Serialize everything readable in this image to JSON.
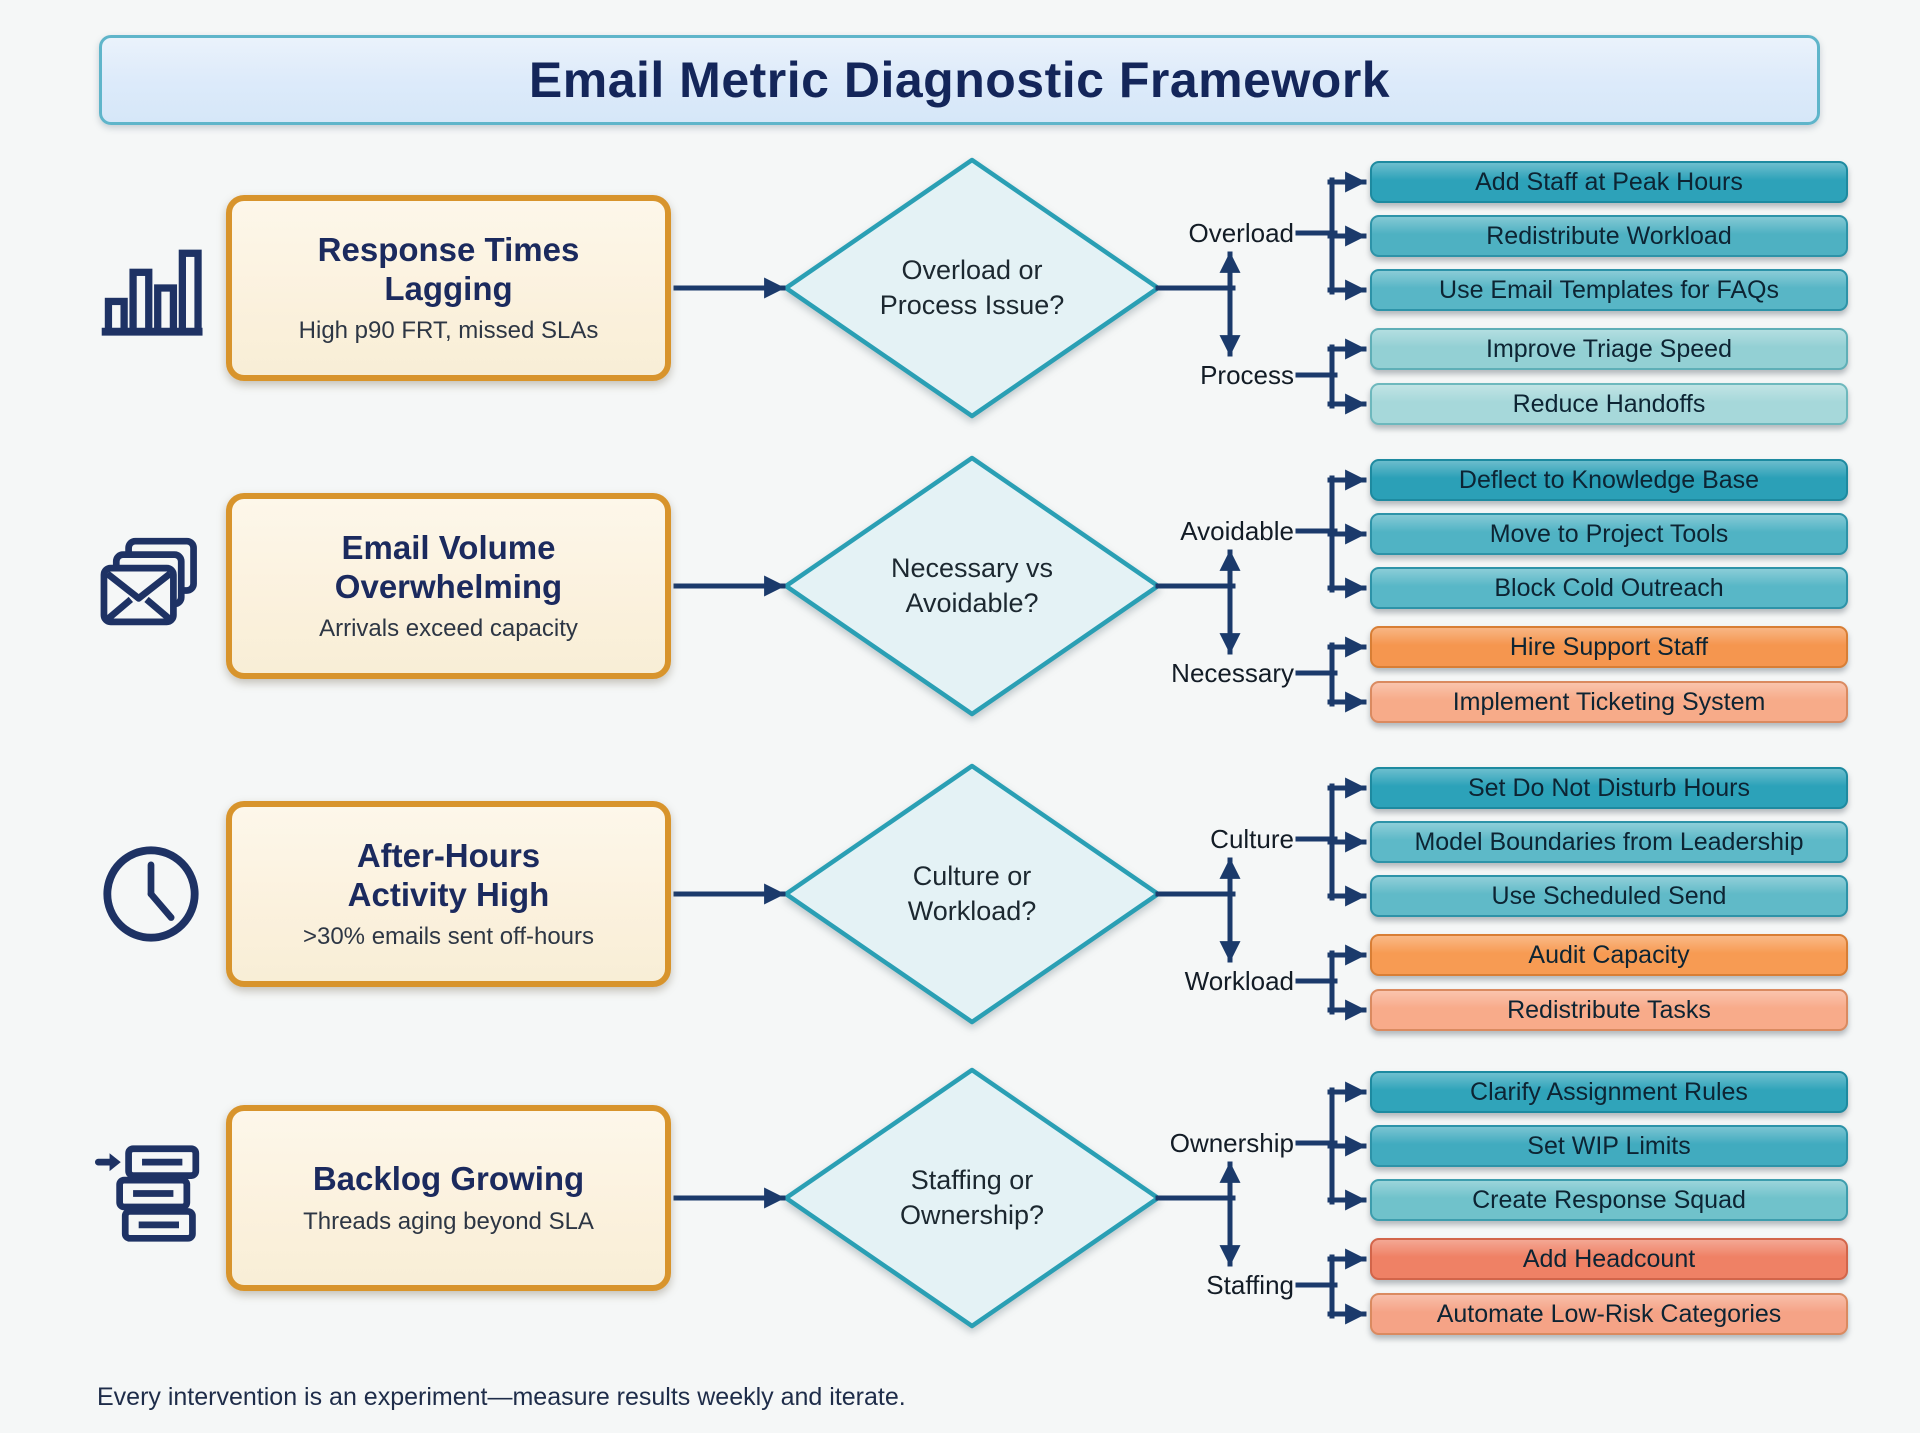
{
  "title": "Email Metric Diagnostic Framework",
  "footer": "Every intervention is an experiment—measure results weekly and iterate.",
  "colors": {
    "arrow": "#1b3a6b",
    "diamond_fill": "#e4f2f5",
    "diamond_border": "#2a9fb4",
    "icon_stroke": "#1e3264"
  },
  "rows": [
    {
      "icon": "bar-chart-icon",
      "problem": {
        "title_lines": [
          "Response Times",
          "Lagging"
        ],
        "subtitle": "High p90 FRT, missed SLAs"
      },
      "decision_lines": [
        "Overload or",
        "Process Issue?"
      ],
      "branches": [
        {
          "label": "Overload",
          "actions": [
            {
              "label": "Add Staff at Peak Hours",
              "bg": "#2da2b9",
              "border": "#1d8aa0"
            },
            {
              "label": "Redistribute Workload",
              "bg": "#4eb1c2",
              "border": "#2d93a8"
            },
            {
              "label": "Use Email Templates for FAQs",
              "bg": "#58b6c6",
              "border": "#2d93a8"
            }
          ]
        },
        {
          "label": "Process",
          "actions": [
            {
              "label": "Improve Triage Speed",
              "bg": "#93d0d4",
              "border": "#5fafb7"
            },
            {
              "label": "Reduce Handoffs",
              "bg": "#a6d8da",
              "border": "#6db8bd"
            }
          ]
        }
      ]
    },
    {
      "icon": "email-stack-icon",
      "problem": {
        "title_lines": [
          "Email Volume",
          "Overwhelming"
        ],
        "subtitle": "Arrivals exceed capacity"
      },
      "decision_lines": [
        "Necessary vs",
        "Avoidable?"
      ],
      "branches": [
        {
          "label": "Avoidable",
          "actions": [
            {
              "label": "Deflect to Knowledge Base",
              "bg": "#2ba0b7",
              "border": "#1d8aa0"
            },
            {
              "label": "Move to Project Tools",
              "bg": "#50b3c4",
              "border": "#2d93a8"
            },
            {
              "label": "Block Cold Outreach",
              "bg": "#58b7c7",
              "border": "#2d93a8"
            }
          ]
        },
        {
          "label": "Necessary",
          "actions": [
            {
              "label": "Hire Support Staff",
              "bg": "#f5964f",
              "border": "#d87e35"
            },
            {
              "label": "Implement Ticketing System",
              "bg": "#f7ab89",
              "border": "#da8a60"
            }
          ]
        }
      ]
    },
    {
      "icon": "clock-icon",
      "problem": {
        "title_lines": [
          "After-Hours",
          "Activity High"
        ],
        "subtitle": ">30% emails sent off-hours"
      },
      "decision_lines": [
        "Culture or",
        "Workload?"
      ],
      "branches": [
        {
          "label": "Culture",
          "actions": [
            {
              "label": "Set Do Not Disturb Hours",
              "bg": "#2ca2b9",
              "border": "#1d8aa0"
            },
            {
              "label": "Model Boundaries from Leadership",
              "bg": "#5db9c8",
              "border": "#2d93a8"
            },
            {
              "label": "Use Scheduled Send",
              "bg": "#60bac8",
              "border": "#2d93a8"
            }
          ]
        },
        {
          "label": "Workload",
          "actions": [
            {
              "label": "Audit Capacity",
              "bg": "#f79b53",
              "border": "#d87e35"
            },
            {
              "label": "Redistribute Tasks",
              "bg": "#f8ab8a",
              "border": "#da8a60"
            }
          ]
        }
      ]
    },
    {
      "icon": "backlog-icon",
      "problem": {
        "title_lines": [
          "Backlog Growing"
        ],
        "subtitle": "Threads aging beyond SLA"
      },
      "decision_lines": [
        "Staffing or",
        "Ownership?"
      ],
      "branches": [
        {
          "label": "Ownership",
          "actions": [
            {
              "label": "Clarify Assignment Rules",
              "bg": "#30a4ba",
              "border": "#1d8aa0"
            },
            {
              "label": "Set WIP Limits",
              "bg": "#41abbf",
              "border": "#2d93a8"
            },
            {
              "label": "Create Response Squad",
              "bg": "#70c2cb",
              "border": "#3d9dad"
            }
          ]
        },
        {
          "label": "Staffing",
          "actions": [
            {
              "label": "Add Headcount",
              "bg": "#ef8165",
              "border": "#d2654a"
            },
            {
              "label": "Automate Low-Risk Categories",
              "bg": "#f5a386",
              "border": "#da8a60"
            }
          ]
        }
      ]
    }
  ]
}
